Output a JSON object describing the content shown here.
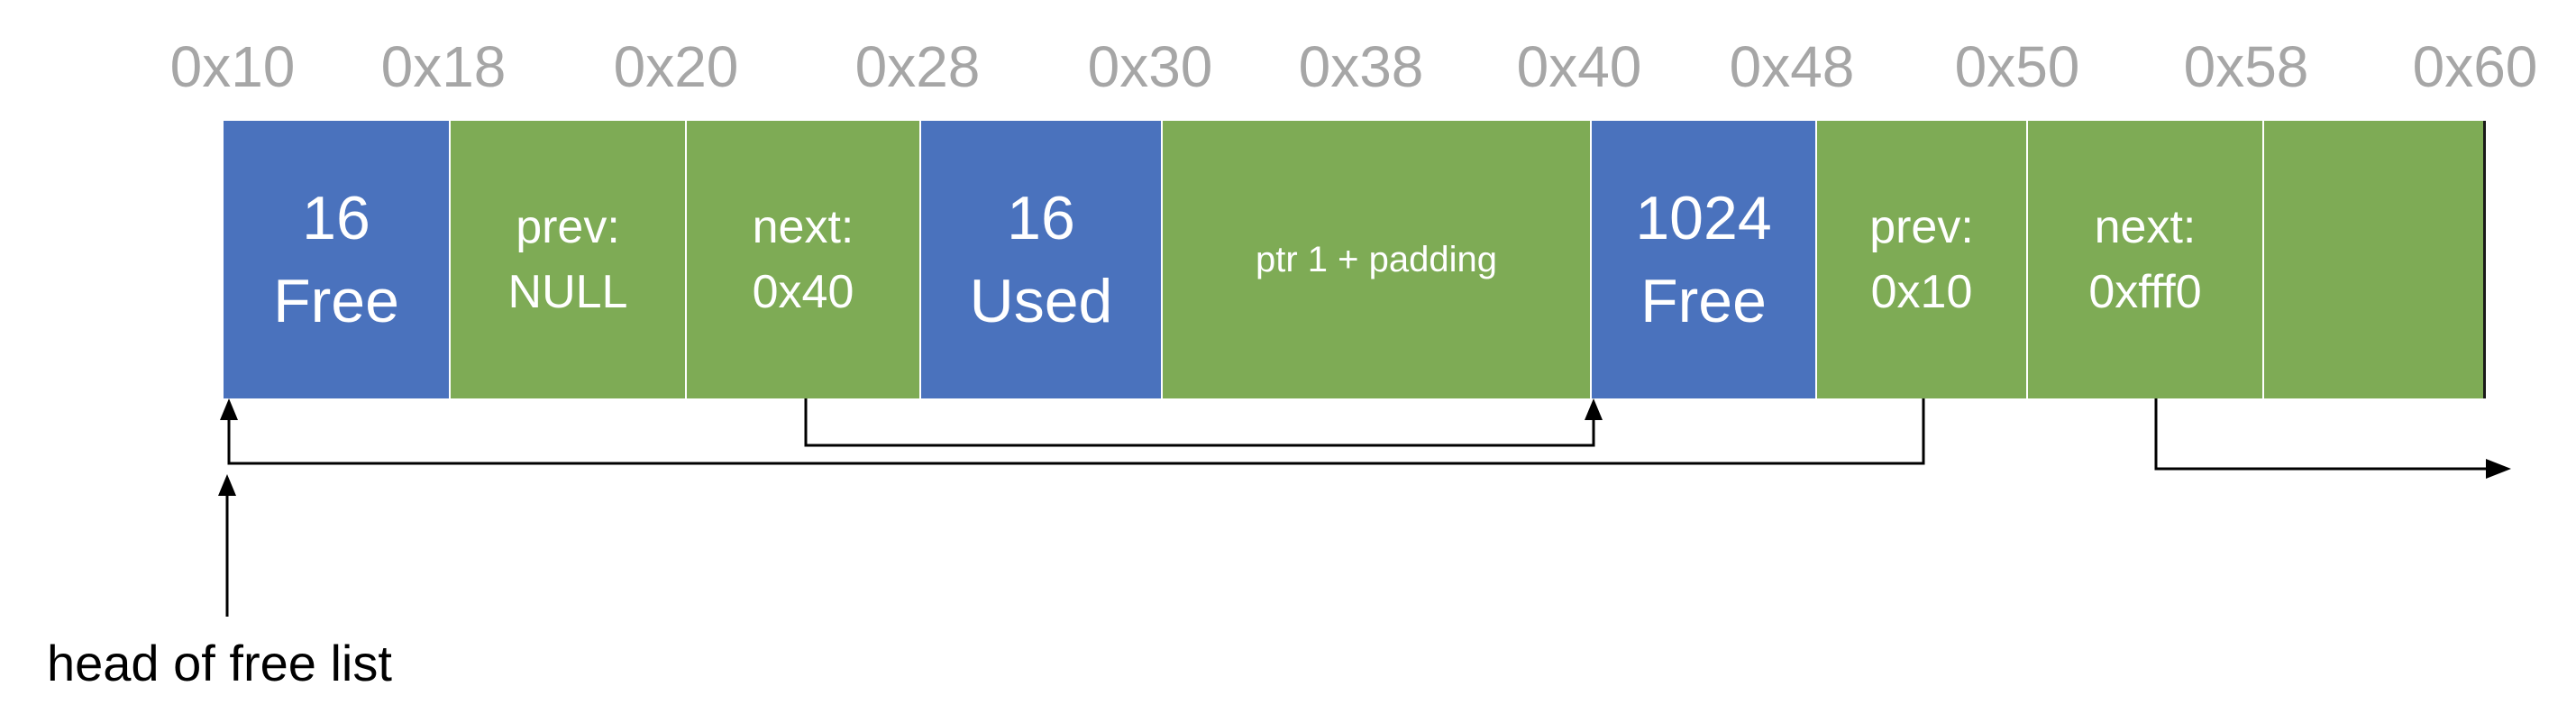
{
  "addresses": [
    "0x10",
    "0x18",
    "0x20",
    "0x28",
    "0x30",
    "0x38",
    "0x40",
    "0x48",
    "0x50",
    "0x58",
    "0x60"
  ],
  "blocks": [
    {
      "kind": "header",
      "lines": [
        "16",
        "Free"
      ]
    },
    {
      "kind": "payload",
      "lines": [
        "prev:",
        "NULL"
      ]
    },
    {
      "kind": "payload",
      "lines": [
        "next:",
        "0x40"
      ]
    },
    {
      "kind": "header",
      "lines": [
        "16",
        "Used"
      ]
    },
    {
      "kind": "payload",
      "lines": [
        "ptr 1 + padding"
      ]
    },
    {
      "kind": "header",
      "lines": [
        "1024",
        "Free"
      ]
    },
    {
      "kind": "payload",
      "lines": [
        "prev:",
        "0x10"
      ]
    },
    {
      "kind": "payload",
      "lines": [
        "next:",
        "0xfff0"
      ]
    },
    {
      "kind": "payload",
      "lines": []
    }
  ],
  "caption": "head of free list",
  "colors": {
    "header_block": "#4a72bd",
    "payload_block": "#7eab55",
    "address_text": "#a6a6a6",
    "block_text": "#ffffff",
    "arrow": "#000000"
  }
}
